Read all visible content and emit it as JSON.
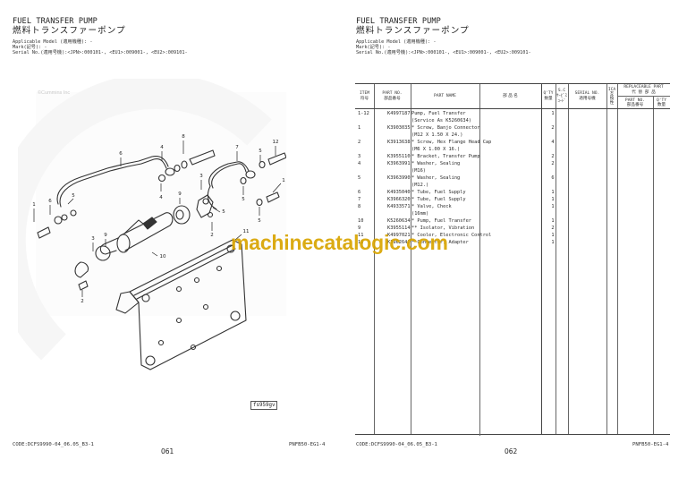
{
  "header": {
    "title_en": "FUEL TRANSFER PUMP",
    "title_jp": "燃料トランスファーポンプ",
    "applicable_model": "Applicable Model (適用機種): -",
    "mark": "Mark(記号): -",
    "serial_no": "Serial No.(適用号機):<JPN>:000101-, <EU1>:009001-, <EU2>:009101-"
  },
  "left_page": {
    "copyright": "©Cummins Inc",
    "figure_id": "fs959gv",
    "callouts": [
      "1",
      "6",
      "5",
      "6",
      "4",
      "8",
      "4",
      "9",
      "3",
      "5",
      "2",
      "7",
      "5",
      "12",
      "5",
      "1",
      "5",
      "3",
      "9",
      "10",
      "2",
      "11"
    ],
    "footer": {
      "code": "CODE:DCFS9990-04_06.05_B3-1",
      "ref": "PNFB50-EG1-4",
      "page_number": "061"
    }
  },
  "right_page": {
    "table": {
      "columns": {
        "item": {
          "en": "ITEM",
          "jp": "符号"
        },
        "part_no": {
          "en": "PART NO.",
          "jp": "部品番号"
        },
        "part_name": {
          "en": "PART NAME"
        },
        "part_name_jp": {
          "jp": "部 品 名"
        },
        "qty": {
          "en": "Q'TY",
          "jp": "数量"
        },
        "sc": {
          "en": "S.C",
          "jp1": "ｻｰﾋﾞｽ",
          "jp2": "ｺｰﾄﾞ"
        },
        "serial_no": {
          "en": "SERIAL NO.",
          "jp": "適用号機"
        },
        "ica": {
          "en": "ICA",
          "jp1": "互",
          "jp2": "換",
          "jp3": "性"
        },
        "replaceable_part": {
          "en": "REPLACEABLE PART",
          "jp": "代 替 部 品"
        },
        "rp_part_no": {
          "en": "PART NO.",
          "jp": "部品番号"
        },
        "rp_qty": {
          "en": "Q'TY",
          "jp": "数量"
        }
      },
      "rows": [
        {
          "item": "1-12",
          "part_no": "K4997187",
          "name": "Pump, Fuel Transfer",
          "qty": "1"
        },
        {
          "item": "",
          "part_no": "",
          "name": "(Service As K5260634)",
          "qty": ""
        },
        {
          "item": "1",
          "part_no": "K3903035",
          "name": "* Screw, Banjo Connector",
          "qty": "2"
        },
        {
          "item": "",
          "part_no": "",
          "name": "(M12 X 1.50 X 24.)",
          "qty": ""
        },
        {
          "item": "2",
          "part_no": "K3913638",
          "name": "* Screw, Hex Flange Head Cap",
          "qty": "4"
        },
        {
          "item": "",
          "part_no": "",
          "name": "(M6 X 1.00 X 16.)",
          "qty": ""
        },
        {
          "item": "3",
          "part_no": "K3955110",
          "name": "* Bracket, Transfer Pump",
          "qty": "2"
        },
        {
          "item": "4",
          "part_no": "K3963991",
          "name": "* Washer, Sealing",
          "qty": "2"
        },
        {
          "item": "",
          "part_no": "",
          "name": "(M16)",
          "qty": ""
        },
        {
          "item": "5",
          "part_no": "K3963990",
          "name": "* Washer, Sealing",
          "qty": "6"
        },
        {
          "item": "",
          "part_no": "",
          "name": "(M12.)",
          "qty": ""
        },
        {
          "item": "6",
          "part_no": "K4935040",
          "name": "* Tube, Fuel Supply",
          "qty": "1"
        },
        {
          "item": "7",
          "part_no": "K3966320",
          "name": "* Tube, Fuel Supply",
          "qty": "1"
        },
        {
          "item": "8",
          "part_no": "K4933571",
          "name": "* Valve, Check",
          "qty": "1"
        },
        {
          "item": "",
          "part_no": "",
          "name": "(16mm)",
          "qty": ""
        },
        {
          "item": "10",
          "part_no": "K5260634",
          "name": "* Pump, Fuel Transfer",
          "qty": "1"
        },
        {
          "item": "9",
          "part_no": "K3955114",
          "name": "** Isolator, Vibration",
          "qty": "2"
        },
        {
          "item": "11",
          "part_no": "K4997021",
          "name": "* Cooler, Electronic Control",
          "qty": "1"
        },
        {
          "item": "12",
          "part_no": "K3962641",
          "name": "* Connector, Adapter",
          "qty": "1"
        }
      ]
    },
    "footer": {
      "code": "CODE:DCFS9990-04_06.05_B3-1",
      "ref": "PNFB50-EG1-4",
      "page_number": "062"
    }
  },
  "watermark": {
    "text": "machinecatalogic.com",
    "color": "#d9a400"
  }
}
